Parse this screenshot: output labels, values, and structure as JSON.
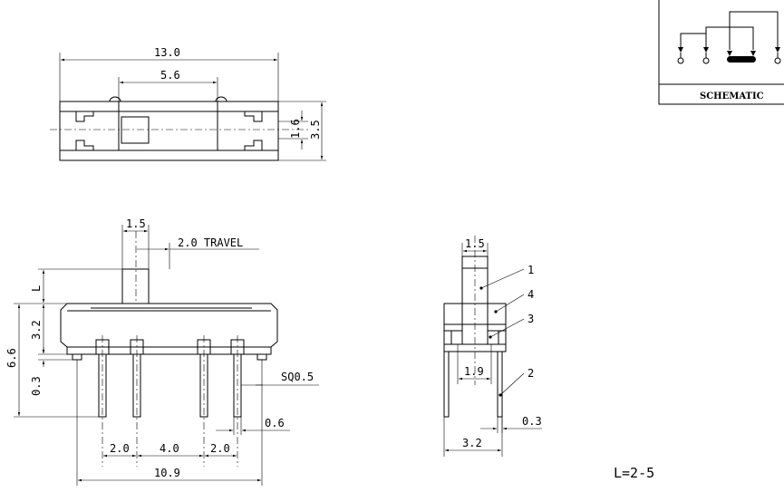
{
  "top_view": {
    "dim_length": "13.0",
    "dim_actuator_span": "5.6",
    "dim_actuator_width": "1.6",
    "dim_height": "3.5"
  },
  "front_view": {
    "dim_knob_width": "1.5",
    "travel_label": "2.0 TRAVEL",
    "dim_knob_height": "L",
    "dim_body_height": "3.2",
    "dim_total_height": "6.6",
    "dim_bracket": "0.3",
    "pin_label": "SQ0.5",
    "dim_pin_width": "0.6",
    "pitch_left": "2.0",
    "pitch_center": "4.0",
    "pitch_right": "2.0",
    "dim_mount_span": "10.9"
  },
  "side_view": {
    "dim_knob_width": "1.5",
    "dim_inner": "1.9",
    "dim_pin_width": "0.3",
    "dim_base_width": "3.2",
    "callouts": [
      "1",
      "4",
      "3",
      "2"
    ]
  },
  "schematic": {
    "title": "SCHEMATIC"
  },
  "note": "L=2-5"
}
